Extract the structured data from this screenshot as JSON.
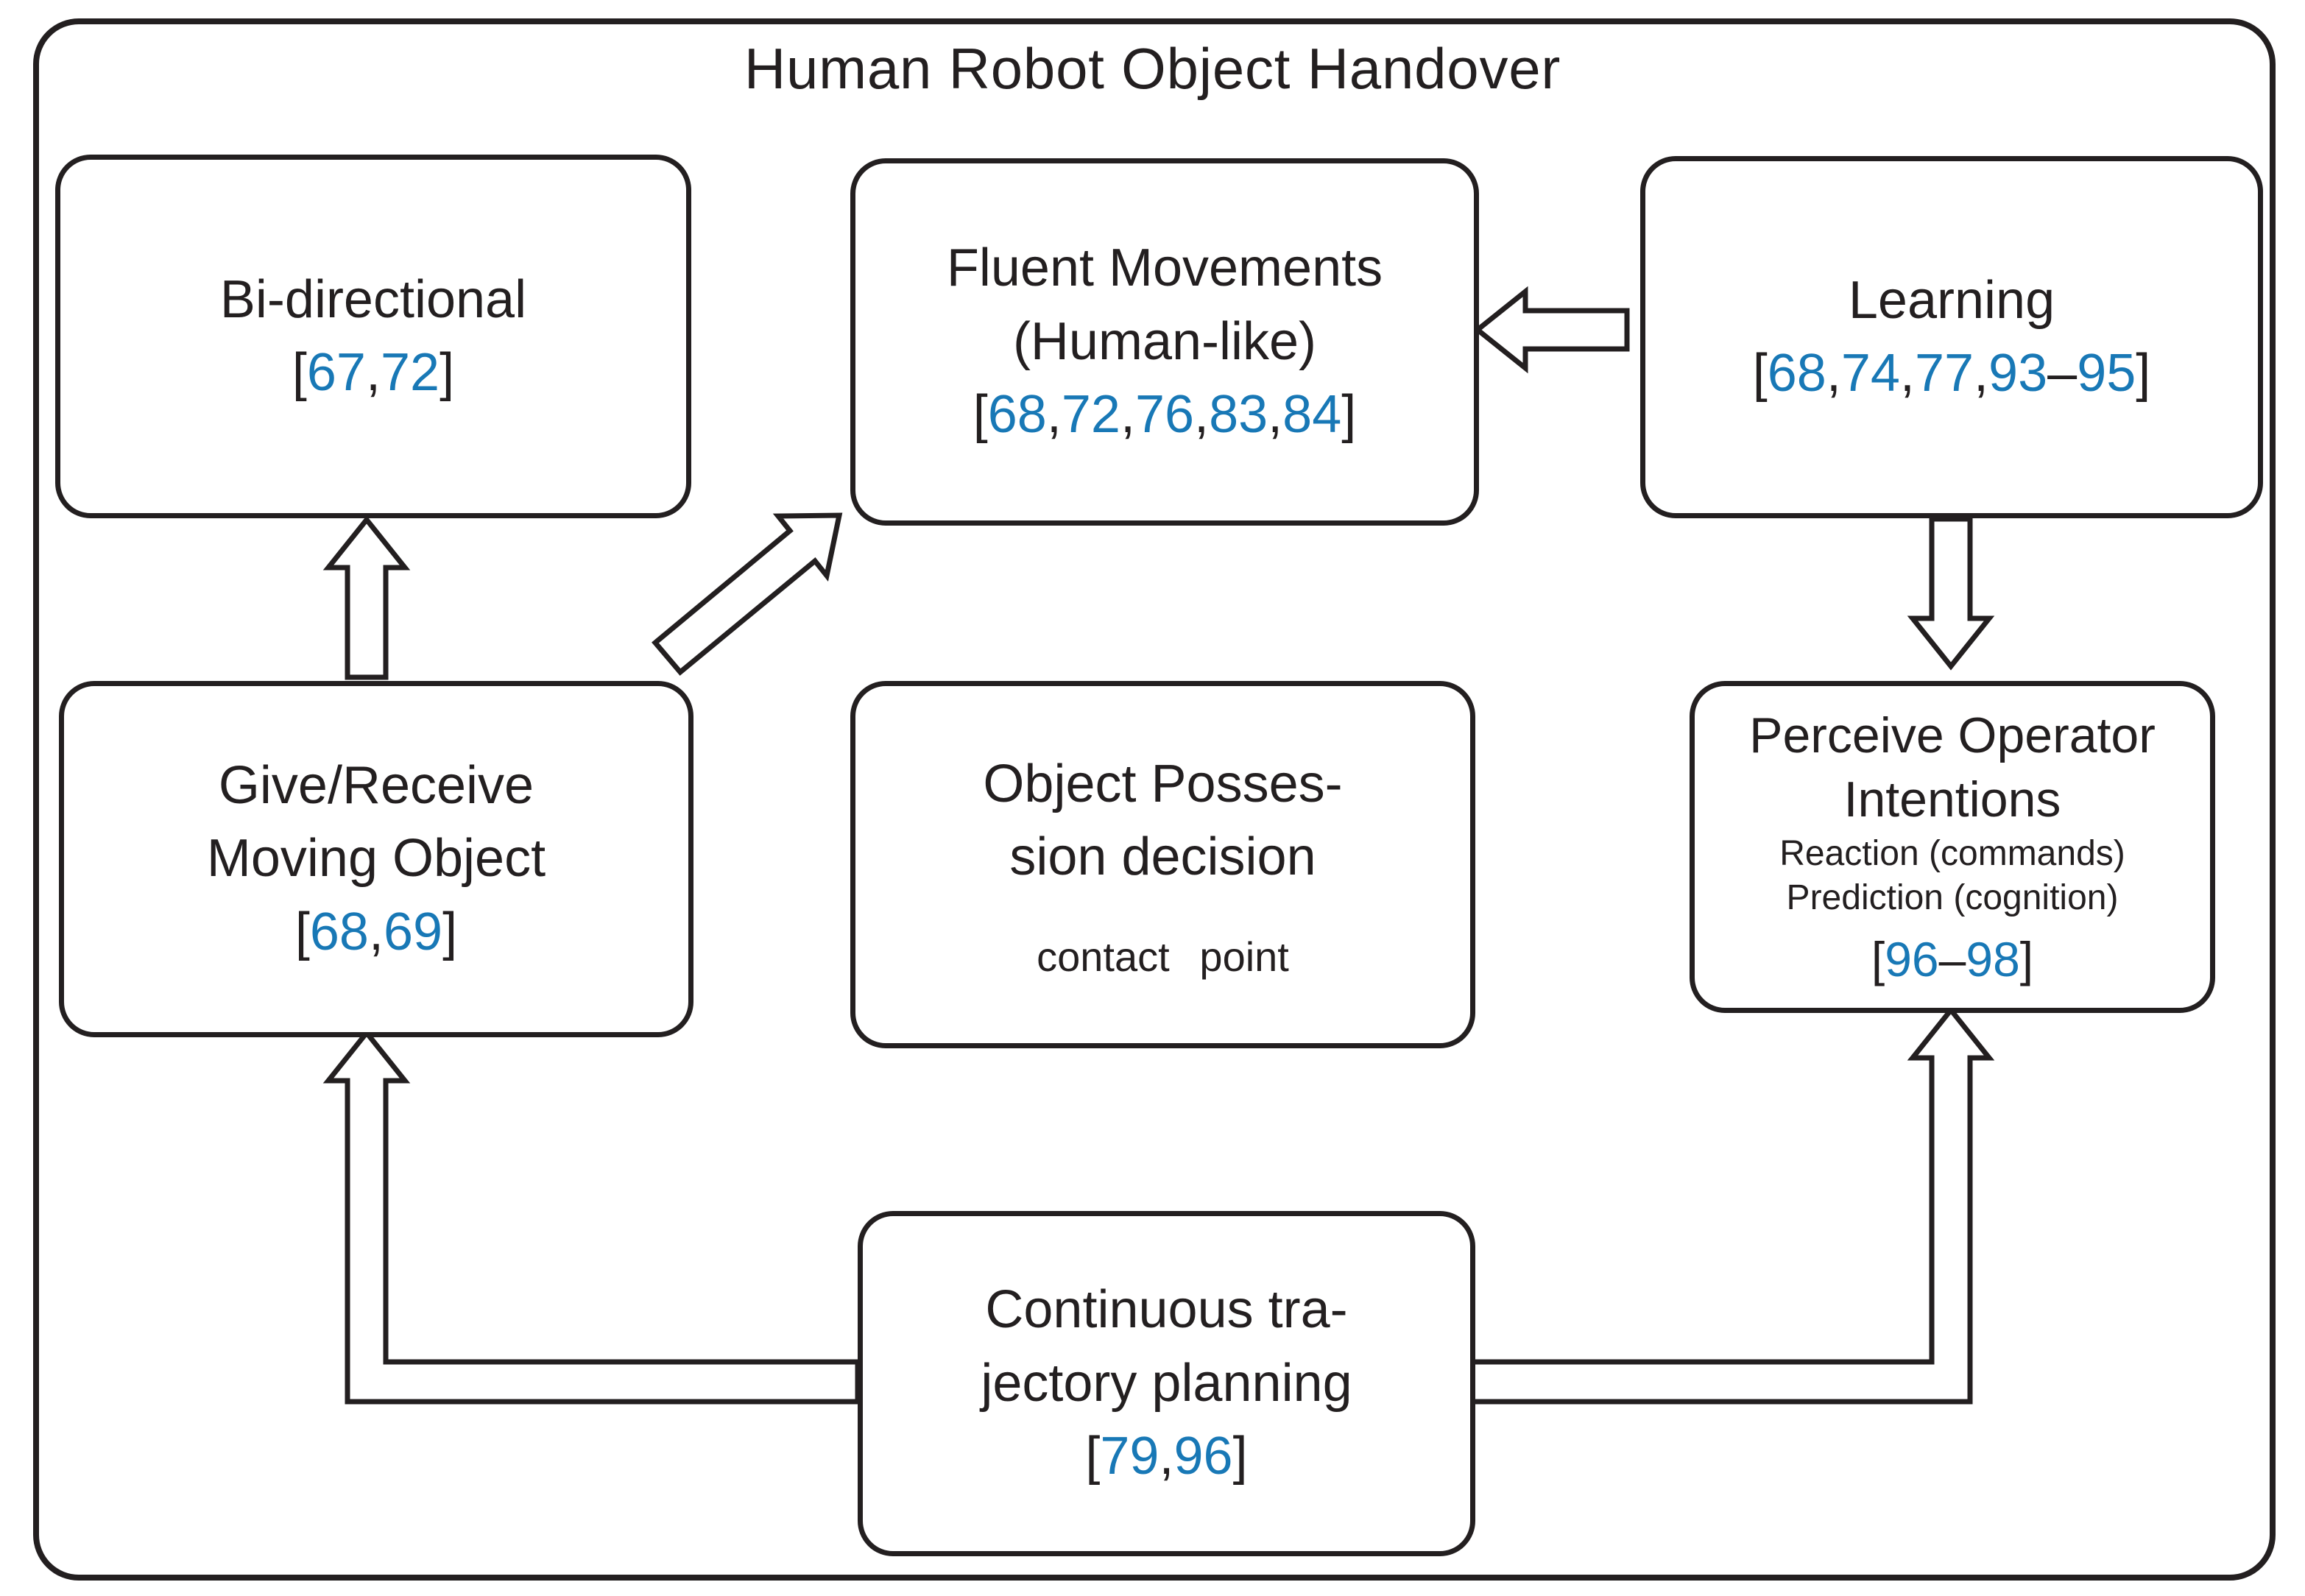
{
  "diagram": {
    "title": "Human Robot Object Handover",
    "colors": {
      "ink": "#231f20",
      "citation_blue": "#1878b6",
      "background": "#ffffff"
    },
    "boxes": {
      "bi_directional": {
        "line1": "Bi-directional",
        "citation": "[67,72]"
      },
      "fluent_movements": {
        "line1": "Fluent Movements",
        "line2": "(Human-like)",
        "citation": "[68,72,76,83,84]"
      },
      "learning": {
        "line1": "Learning",
        "citation": "[68,74,77,93–95]"
      },
      "give_receive": {
        "line1": "Give/Receive",
        "line2": "Moving Object",
        "citation": "[68,69]"
      },
      "object_possession": {
        "line1": "Object Posses-",
        "line2": "sion decision",
        "note": "contact point"
      },
      "perceive_operator": {
        "line1": "Perceive Operator",
        "line2": "Intentions",
        "sub1": "Reaction (commands)",
        "sub2": "Prediction (cognition)",
        "citation": "[96–98]"
      },
      "continuous_trajectory": {
        "line1": "Continuous tra-",
        "line2": "jectory planning",
        "citation": "[79,96]"
      }
    },
    "arrows": [
      {
        "name": "give-receive-to-bi-directional",
        "from": "give_receive",
        "to": "bi_directional",
        "style": "straight-up"
      },
      {
        "name": "give-receive-to-fluent-movements",
        "from": "give_receive",
        "to": "fluent_movements",
        "style": "diagonal-up-right"
      },
      {
        "name": "learning-to-fluent-movements",
        "from": "learning",
        "to": "fluent_movements",
        "style": "straight-left"
      },
      {
        "name": "learning-to-perceive-operator",
        "from": "learning",
        "to": "perceive_operator",
        "style": "straight-down"
      },
      {
        "name": "continuous-trajectory-to-give-receive",
        "from": "continuous_trajectory",
        "to": "give_receive",
        "style": "elbow-left-up"
      },
      {
        "name": "continuous-trajectory-to-perceive-operator",
        "from": "continuous_trajectory",
        "to": "perceive_operator",
        "style": "elbow-right-up"
      }
    ]
  }
}
